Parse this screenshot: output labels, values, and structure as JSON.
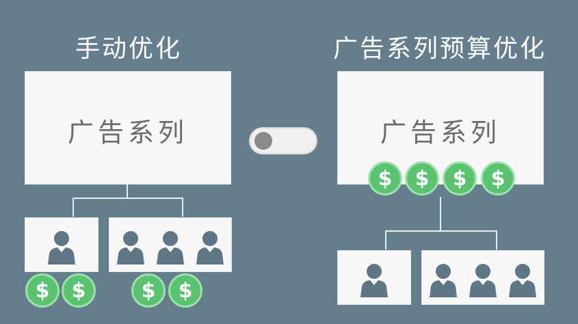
{
  "left": {
    "title": "手动优化",
    "campaign_label": "广告系列"
  },
  "right": {
    "title": "广告系列预算优化",
    "campaign_label": "广告系列"
  },
  "currency_symbol": "$",
  "colors": {
    "background": "#647e8e",
    "box": "#f7f7f7",
    "coin": "#59c370",
    "person": "#5e7685"
  },
  "icons": [
    "person-icon",
    "dollar-coin-icon",
    "toggle-switch-icon"
  ]
}
